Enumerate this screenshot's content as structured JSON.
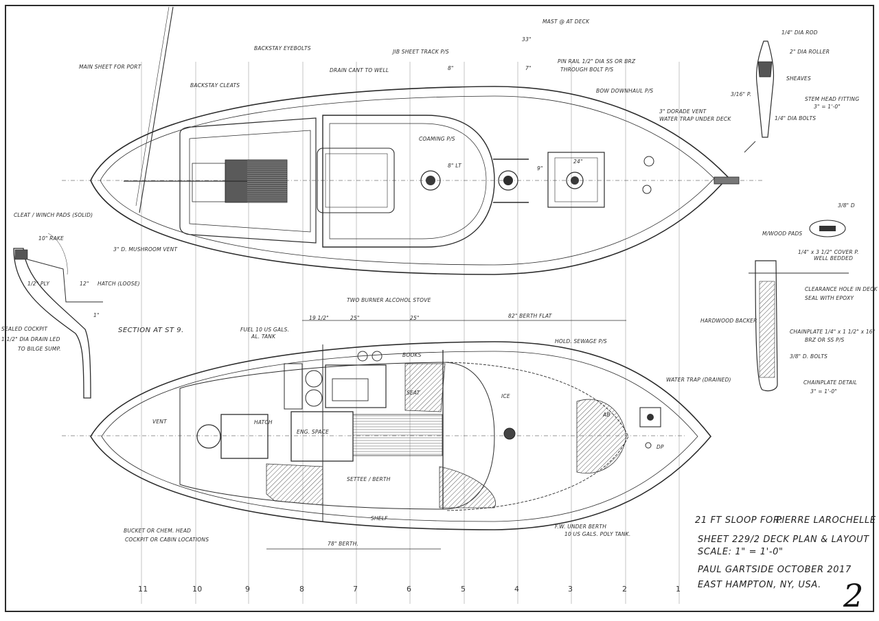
{
  "title_block": {
    "line1_left": "21 FT SLOOP FOR:",
    "line1_right": "PIERRE LAROCHELLE",
    "line2": "SHEET 229/2  DECK PLAN & LAYOUT",
    "line3": "SCALE:  1\" = 1'-0\"",
    "line4": "PAUL GARTSIDE   OCTOBER 2017",
    "line5": "EAST HAMPTON, NY, USA.",
    "sheet_number": "2"
  },
  "stations": [
    "11",
    "10",
    "9",
    "8",
    "7",
    "6",
    "5",
    "4",
    "3",
    "2",
    "1"
  ],
  "deck_plan_labels": {
    "main_sheet": "MAIN SHEET FOR PORT",
    "backstay_eyebolts": "BACKSTAY EYEBOLTS",
    "backstay_cleats": "BACKSTAY CLEATS",
    "jib_sheet_track": "JIB SHEET TRACK P/S",
    "drain_cant": "DRAIN CANT TO WELL",
    "mast_at_deck": "MAST @ AT DECK",
    "dim_33": "33\"",
    "dim_8": "8\"",
    "dim_7": "7\"",
    "pin_rail": "PIN RAIL 1/2\" DIA SS OR BRZ",
    "thru_bolt": "THROUGH BOLT P/S",
    "bow_downhaul": "BOW DOWNHAUL P/S",
    "dorade_vent": "3\" DORADE VENT",
    "water_trap": "WATER TRAP UNDER DECK",
    "coaming": "COAMING P/S",
    "portlight": "8\" LT",
    "dim_9": "9\"",
    "dim_24": "24\"",
    "mushroom_vent": "3\" D. MUSHROOM VENT"
  },
  "stemhead_detail": {
    "pin": "1/4\" DIA ROD",
    "roller": "2\" DIA ROLLER",
    "sheaves": "SHEAVES",
    "plate": "3/16\" P.",
    "title": "STEM HEAD FITTING",
    "scale": "3\" = 1'-0\"",
    "bolts": "1/4\" DIA BOLTS"
  },
  "section": {
    "cleat": "CLEAT / WINCH PADS (SOLID)",
    "rake": "10\" RAKE",
    "ply": "1/2\" PLY",
    "hatch": "HATCH (LOOSE)",
    "dim_12": "12\"",
    "dim_1": "1\"",
    "sealed_cockpit": "SEALED COCKPIT",
    "drain": "1 1/2\" DIA DRAIN LED",
    "bilge_sump": "TO BILGE SUMP.",
    "title": "SECTION AT ST 9."
  },
  "chainplate_detail": {
    "dim_3_8": "3/8\" D",
    "wood_pads": "M/WOOD PADS",
    "bolt_note": "1/4\" x 3 1/2\" COVER P.",
    "bolt_note_2": "WELL BEDDED",
    "clearance": "CLEARANCE HOLE IN DECK",
    "seal": "SEAL WITH EPOXY",
    "backer": "HARDWOOD BACKER",
    "chainplate": "CHAINPLATE 1/4\" x 1 1/2\" x 16\"",
    "material": "BRZ OR SS P/S",
    "bolts": "3/8\" D. BOLTS",
    "title": "CHAINPLATE DETAIL",
    "scale": "3\" = 1'-0\""
  },
  "layout_labels": {
    "dim_19": "19 1/2\"",
    "dim_25a": "25\"",
    "dim_25b": "25\"",
    "berth_flat": "82\" BERTH FLAT",
    "stove": "TWO BURNER ALCOHOL STOVE",
    "fuel": "FUEL 10 US GALS.",
    "fuel_tank": "AL. TANK",
    "books": "BOOKS",
    "seat": "SEAT",
    "hatch": "HATCH",
    "eng_space": "ENG. SPACE",
    "vent": "VENT",
    "settee": "SETTEE / BERTH",
    "shelf": "SHELF",
    "holding_tank": "HOLD. SEWAGE P/S",
    "water_trap": "WATER TRAP (DRAINED)",
    "ice": "ICE",
    "bucket": "BUCKET OR CHEM. HEAD",
    "bucket_2": "COCKPIT OR CABIN LOCATIONS",
    "water_tank": "F.W. UNDER BERTH",
    "water_tank_2": "10 US GALS. POLY TANK.",
    "berth_78": "78\" BERTH.",
    "lab_ice": "ICE",
    "lab_ab": "AB",
    "lab_dp": "DP"
  }
}
